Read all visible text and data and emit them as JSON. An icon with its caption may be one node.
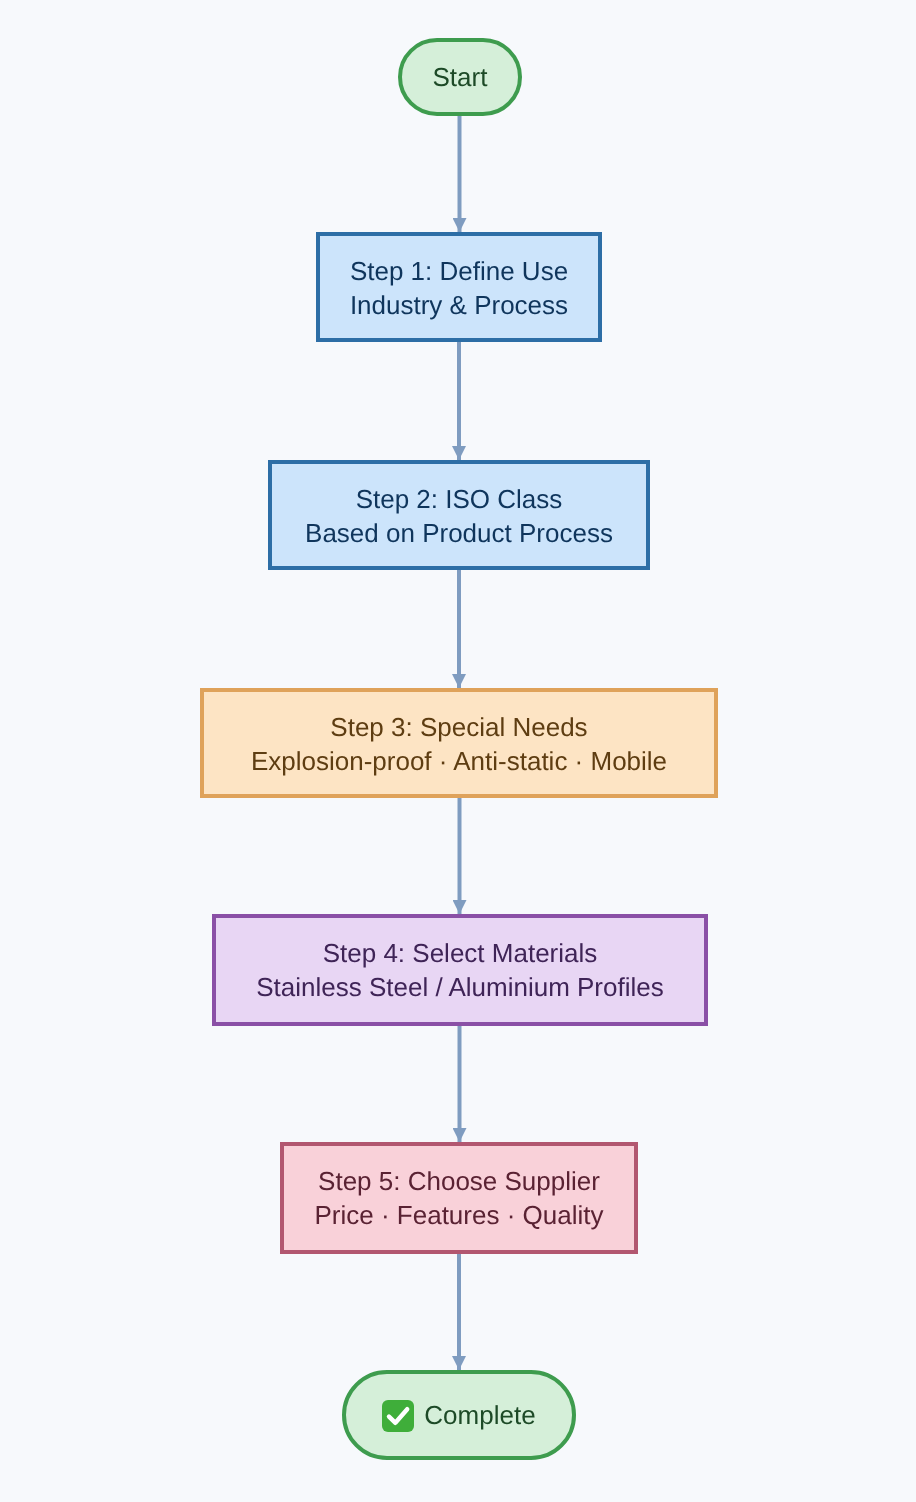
{
  "diagram": {
    "nodes": [
      {
        "text": [
          "Start"
        ]
      },
      {
        "text": [
          "Step 1: Define Use",
          "Industry & Process"
        ]
      },
      {
        "text": [
          "Step 2: ISO Class",
          "Based on Product Process"
        ]
      },
      {
        "text": [
          "Step 3: Special Needs",
          "Explosion-proof · Anti-static · Mobile"
        ]
      },
      {
        "text": [
          "Step 4: Select Materials",
          "Stainless Steel / Aluminium Profiles"
        ]
      },
      {
        "text": [
          "Step 5: Choose Supplier",
          "Price · Features · Quality"
        ]
      },
      {
        "text": [
          "Complete"
        ]
      }
    ],
    "edges": [
      {
        "from": 0,
        "to": 1,
        "arrow": "to"
      },
      {
        "from": 1,
        "to": 2,
        "arrow": "to"
      },
      {
        "from": 2,
        "to": 3,
        "arrow": "to"
      },
      {
        "from": 3,
        "to": 4,
        "arrow": "to"
      },
      {
        "from": 4,
        "to": 5,
        "arrow": "to"
      },
      {
        "from": 5,
        "to": 6,
        "arrow": "to"
      }
    ]
  }
}
